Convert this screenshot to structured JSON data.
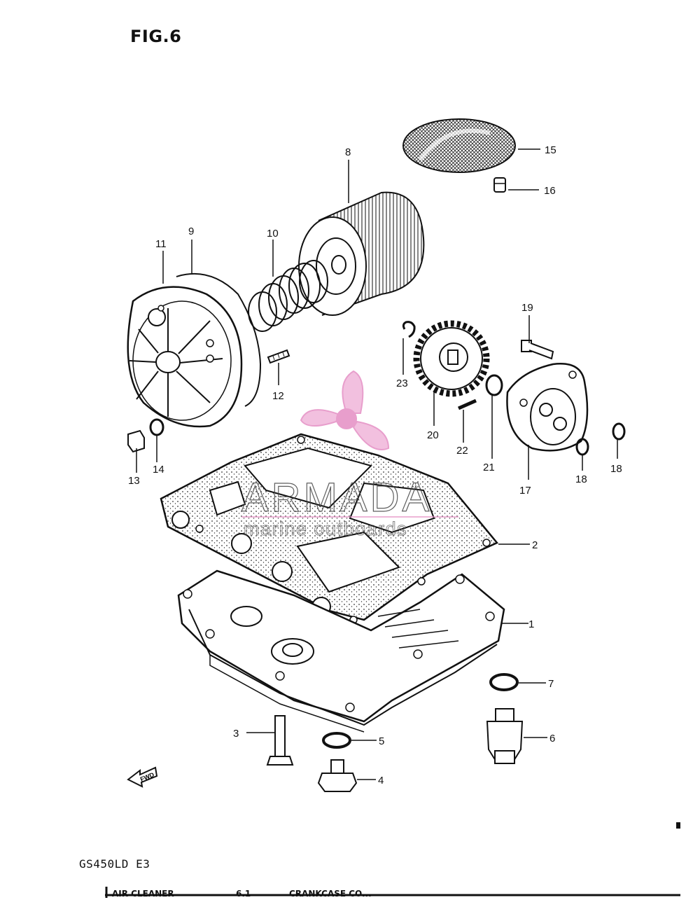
{
  "figure": {
    "title": "FIG.6"
  },
  "model": {
    "label": "GS450LD E3"
  },
  "footer": {
    "left": "AIR CLEANER",
    "mid": "6.1",
    "right": "CRANKCASE CO..."
  },
  "watermark": {
    "brand": "ARMADA",
    "tagline": "marine outboards",
    "color": "#e48ec4"
  },
  "fwd_marker": {
    "label": "FWD"
  },
  "callouts": {
    "c1": "1",
    "c2": "2",
    "c3": "3",
    "c4": "4",
    "c5": "5",
    "c6": "6",
    "c7": "7",
    "c8": "8",
    "c9": "9",
    "c10": "10",
    "c11": "11",
    "c12": "12",
    "c13": "13",
    "c14": "14",
    "c15": "15",
    "c16": "16",
    "c17": "17",
    "c18a": "18",
    "c18b": "18",
    "c19": "19",
    "c20": "20",
    "c21": "21",
    "c22": "22",
    "c23": "23"
  }
}
